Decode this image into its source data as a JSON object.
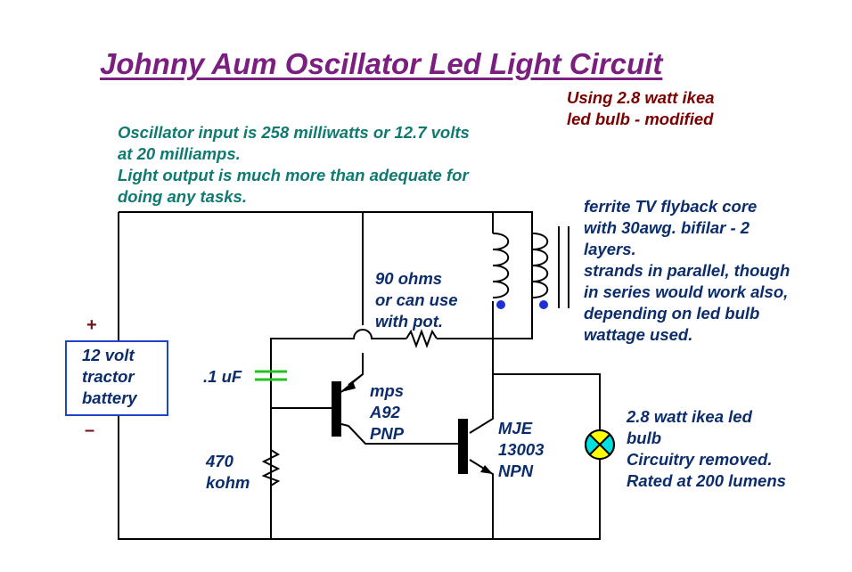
{
  "title": "Johnny Aum Oscillator Led Light Circuit",
  "subtitle_lines": [
    "Using 2.8 watt ikea",
    "led bulb - modified"
  ],
  "oscillator_note_lines": [
    "Oscillator input is 258 milliwatts or 12.7 volts",
    "at 20 milliamps.",
    "Light output is much more than adequate for",
    "doing any tasks."
  ],
  "transformer_note_lines": [
    "ferrite TV flyback core",
    "with 30awg. bifilar - 2",
    "layers.",
    "strands in parallel, though",
    "in series would work also,",
    "depending on led bulb",
    "wattage used."
  ],
  "resistor_90_lines": [
    "90 ohms",
    "or can use",
    "with pot."
  ],
  "capacitor_label": ".1 uF",
  "resistor_470_lines": [
    "470",
    "kohm"
  ],
  "pnp_lines": [
    "mps",
    "A92",
    "PNP"
  ],
  "npn_lines": [
    "MJE",
    "13003",
    "NPN"
  ],
  "bulb_lines": [
    "2.8 watt ikea led",
    "bulb",
    "Circuitry removed.",
    "Rated at 200 lumens"
  ],
  "battery": {
    "lines": [
      "12 volt",
      "tractor",
      "battery"
    ],
    "plus": "+",
    "minus": "–"
  },
  "colors": {
    "title": "#7a1f7f",
    "subtitle": "#7a0000",
    "oscillator_note": "#0e7a72",
    "labels": "#0c2d6b",
    "wire": "#000000",
    "battery_border": "#1f44c8",
    "capacitor": "#21c321",
    "dot": "#1f2fd6",
    "bulb_top_bottom": "#ffff00",
    "bulb_sides": "#00e0e0"
  }
}
